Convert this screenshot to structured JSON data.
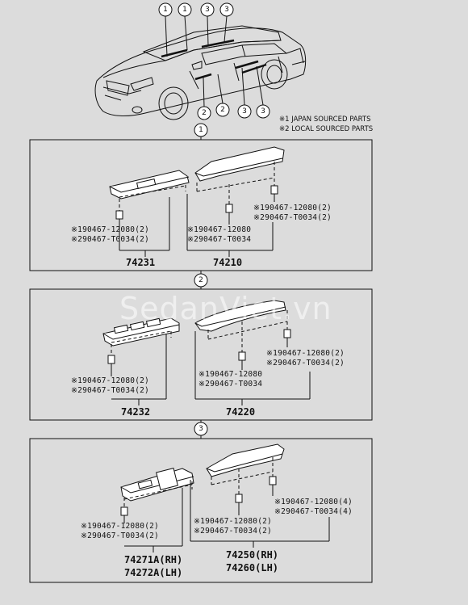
{
  "legend": {
    "line1": "※1 JAPAN SOURCED PARTS",
    "line2": "※2 LOCAL SOURCED PARTS"
  },
  "car_callouts": {
    "top": [
      "1",
      "1",
      "3",
      "3"
    ],
    "bottom": [
      "2",
      "2",
      "3",
      "3"
    ]
  },
  "section_markers": [
    "1",
    "2",
    "3"
  ],
  "watermark": "SedanViet.vn",
  "sections": [
    {
      "left_codes": [
        "※190467-12080(2)",
        "※290467-T0034(2)"
      ],
      "left_part": "74231",
      "mid_codes": [
        "※190467-12080",
        "※290467-T0034"
      ],
      "right_codes": [
        "※190467-12080(2)",
        "※290467-T0034(2)"
      ],
      "right_part": "74210"
    },
    {
      "left_codes": [
        "※190467-12080(2)",
        "※290467-T0034(2)"
      ],
      "left_part": "74232",
      "mid_codes": [
        "※190467-12080",
        "※290467-T0034"
      ],
      "right_codes": [
        "※190467-12080(2)",
        "※290467-T0034(2)"
      ],
      "right_part": "74220"
    },
    {
      "left_codes": [
        "※190467-12080(2)",
        "※290467-T0034(2)"
      ],
      "left_part_1": "74271A(RH)",
      "left_part_2": "74272A(LH)",
      "mid_codes": [
        "※190467-12080(2)",
        "※290467-T0034(2)"
      ],
      "right_codes": [
        "※190467-12080(4)",
        "※290467-T0034(4)"
      ],
      "right_part_1": "74250(RH)",
      "right_part_2": "74260(LH)"
    }
  ]
}
